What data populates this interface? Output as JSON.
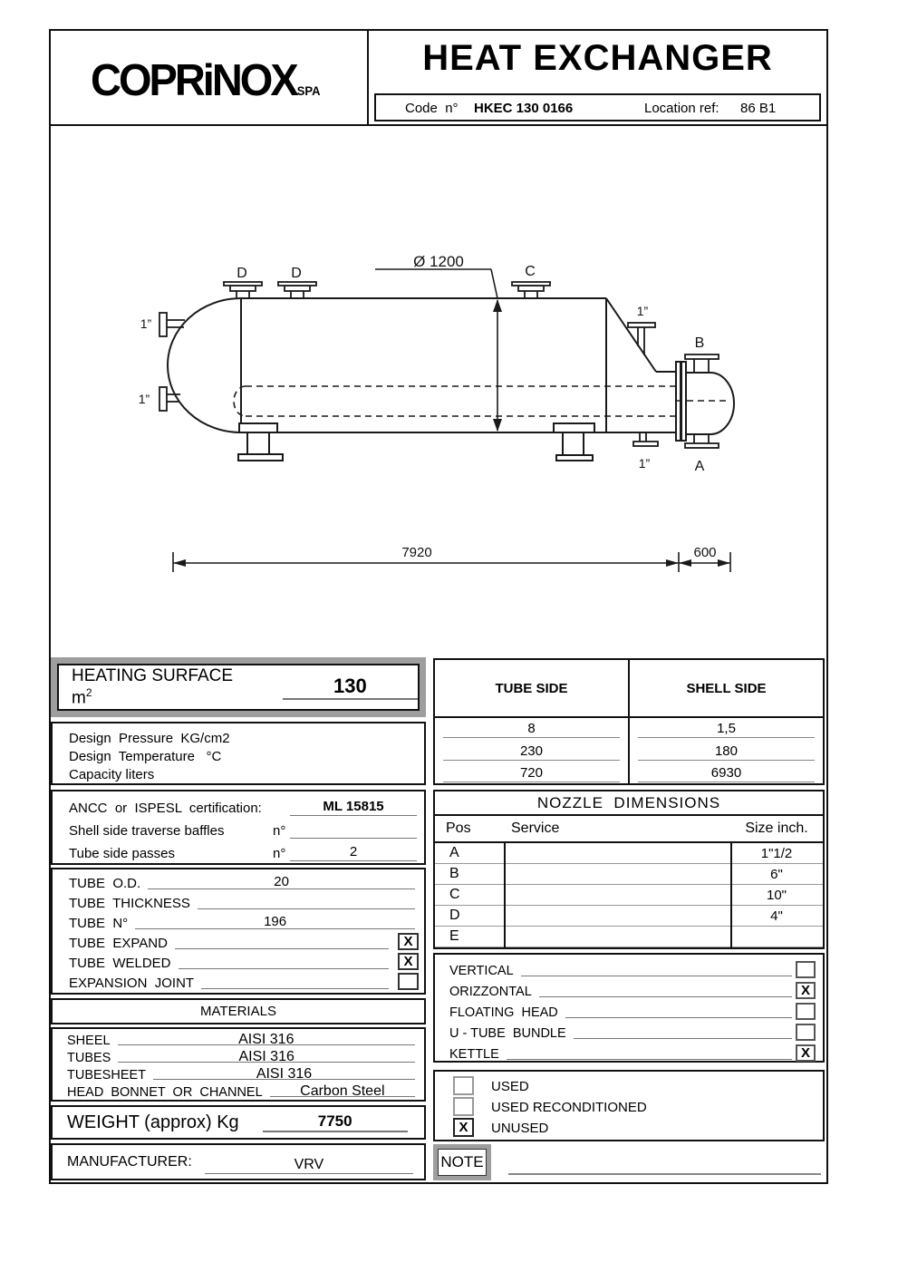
{
  "header": {
    "logo_text": "COPRiNOX",
    "logo_suffix": "SPA",
    "title": "HEAT EXCHANGER",
    "code_label": "Code  n°",
    "code_value": "HKEC 130 0166",
    "location_label": "Location ref:",
    "location_value": "86 B1"
  },
  "drawing": {
    "diameter": "Ø 1200",
    "dim_main": "7920",
    "dim_end": "600",
    "label_d1": "D",
    "label_d2": "D",
    "label_c": "C",
    "label_b": "B",
    "label_a": "A",
    "label_1_left_top": "1”",
    "label_1_left_bottom": "1”",
    "label_1_cone": "1”",
    "label_1_bottom": "1”"
  },
  "heating_surface": {
    "label": "HEATING SURFACE m",
    "exponent": "2",
    "value": "130"
  },
  "design": {
    "labels": [
      "Design  Pressure  KG/cm2",
      "Design  Temperature   °C",
      "Capacity liters"
    ],
    "tube_header": "TUBE SIDE",
    "shell_header": "SHELL SIDE",
    "tube_values": [
      "8",
      "230",
      "720"
    ],
    "shell_values": [
      "1,5",
      "180",
      "6930"
    ]
  },
  "cert": {
    "rows": [
      {
        "label": "ANCC  or  ISPESL  certification:",
        "mid": "",
        "value": "ML 15815"
      },
      {
        "label": "Shell side traverse baffles",
        "mid": "n°",
        "value": ""
      },
      {
        "label": "Tube side passes",
        "mid": "n°",
        "value": "2"
      }
    ]
  },
  "tube": {
    "rows": [
      {
        "label": "TUBE  O.D.",
        "value": "20"
      },
      {
        "label": "TUBE  THICKNESS",
        "value": ""
      },
      {
        "label": "TUBE  N°",
        "value": "196"
      },
      {
        "label": "TUBE  EXPAND",
        "value": "",
        "check": "X"
      },
      {
        "label": "TUBE  WELDED",
        "value": "",
        "check": "X"
      },
      {
        "label": "EXPANSION  JOINT",
        "value": "",
        "check": ""
      }
    ]
  },
  "materials": {
    "title": "MATERIALS",
    "rows": [
      {
        "label": "SHEEL",
        "value": "AISI 316"
      },
      {
        "label": "TUBES",
        "value": "AISI 316"
      },
      {
        "label": "TUBESHEET",
        "value": "AISI 316"
      },
      {
        "label": "HEAD  BONNET  OR  CHANNEL",
        "value": "Carbon Steel"
      }
    ]
  },
  "weight": {
    "label": "WEIGHT (approx) Kg",
    "value": "7750"
  },
  "manufacturer": {
    "label": "MANUFACTURER:",
    "value": "VRV"
  },
  "nozzles": {
    "title": "NOZZLE  DIMENSIONS",
    "col_pos": "Pos",
    "col_service": "Service",
    "col_size": "Size inch.",
    "rows": [
      {
        "pos": "A",
        "service": "",
        "size": "1\"1/2"
      },
      {
        "pos": "B",
        "service": "",
        "size": "6\""
      },
      {
        "pos": "C",
        "service": "",
        "size": "10\""
      },
      {
        "pos": "D",
        "service": "",
        "size": "4\""
      },
      {
        "pos": "E",
        "service": "",
        "size": ""
      }
    ]
  },
  "config": {
    "rows": [
      {
        "label": "VERTICAL",
        "check": ""
      },
      {
        "label": "ORIZZONTAL",
        "check": "X"
      },
      {
        "label": "FLOATING  HEAD",
        "check": ""
      },
      {
        "label": "U - TUBE  BUNDLE",
        "check": ""
      },
      {
        "label": "KETTLE",
        "check": "X"
      }
    ]
  },
  "condition": {
    "rows": [
      {
        "label": "USED",
        "check": ""
      },
      {
        "label": "USED RECONDITIONED",
        "check": ""
      },
      {
        "label": "UNUSED",
        "check": "X"
      }
    ]
  },
  "note": {
    "label": "NOTE"
  }
}
